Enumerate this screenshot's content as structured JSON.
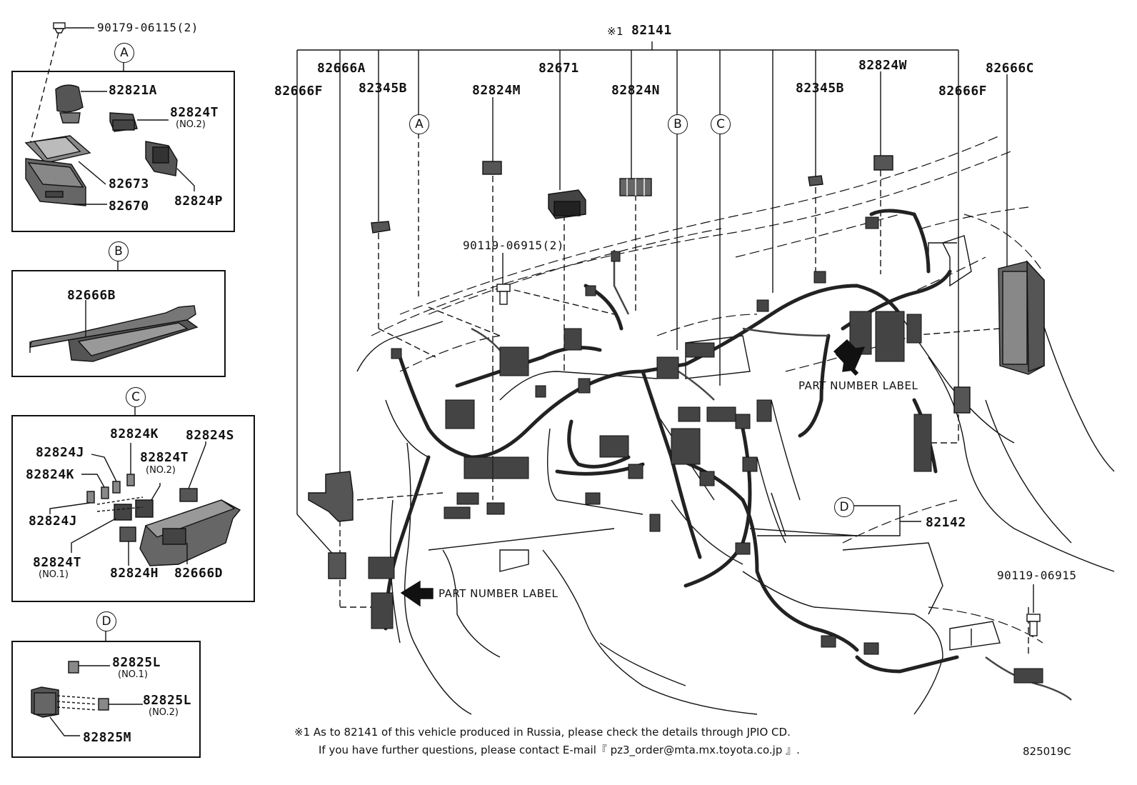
{
  "top_fastener": "90179-06115(2)",
  "callouts": {
    "A": "A",
    "B": "B",
    "C": "C",
    "D": "D"
  },
  "panel_a": {
    "p1": "82821A",
    "p2": "82824T",
    "p2_note": "(NO.2)",
    "p3": "82673",
    "p4": "82670",
    "p5": "82824P"
  },
  "panel_b": {
    "p1": "82666B"
  },
  "panel_c": {
    "p1": "82824K",
    "p2": "82824S",
    "p3": "82824J",
    "p4": "82824T",
    "p4_note": "(NO.2)",
    "p5": "82824K",
    "p6": "82824J",
    "p7": "82824T",
    "p7_note": "(NO.1)",
    "p8": "82824H",
    "p9": "82666D"
  },
  "panel_d": {
    "p1": "82825L",
    "p1_note": "(NO.1)",
    "p2": "82825L",
    "p2_note": "(NO.2)",
    "p3": "82825M"
  },
  "main": {
    "top_mark": "※1",
    "top_part": "82141",
    "labels": {
      "l82666A": "82666A",
      "l82666F_left": "82666F",
      "l82345B_left": "82345B",
      "l82824M": "82824M",
      "l82671": "82671",
      "l82824N": "82824N",
      "l82345B_right": "82345B",
      "l82824W": "82824W",
      "l82666F_right": "82666F",
      "l82666C": "82666C",
      "l90119_2": "90119-06915(2)",
      "l82142": "82142",
      "l90119": "90119-06915"
    },
    "label_text_1": "PART NUMBER LABEL",
    "label_text_2": "PART NUMBER LABEL"
  },
  "footnote": {
    "line1": "※1 As to 82141 of this vehicle produced in Russia, please check the details through JPIO CD.",
    "line2": "If you have further questions, please contact E-mail『 pz3_order@mta.mx.toyota.co.jp 』."
  },
  "diagram_code": "825019C"
}
